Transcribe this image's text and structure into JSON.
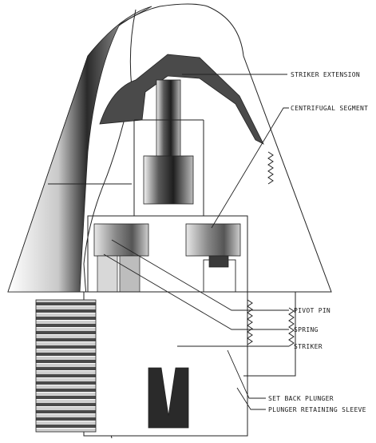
{
  "labels": {
    "striker_extension": "STRIKER EXTENSION",
    "centrifugal_segment": "CENTRIFUGAL SEGMENT",
    "pivot_pin": "PIVOT PIN",
    "spring": "SPRING",
    "striker": "STRIKER",
    "set_back_plunger": "SET BACK PLUNGER",
    "plunger_retaining_sleeve": "PLUNGER RETAINING SLEEVE"
  },
  "colors": {
    "ink": "#222222",
    "dark_metal": "#3a3a3a",
    "mid_metal": "#8a8a8a",
    "light_metal": "#d6d6d6",
    "paper": "#ffffff"
  }
}
